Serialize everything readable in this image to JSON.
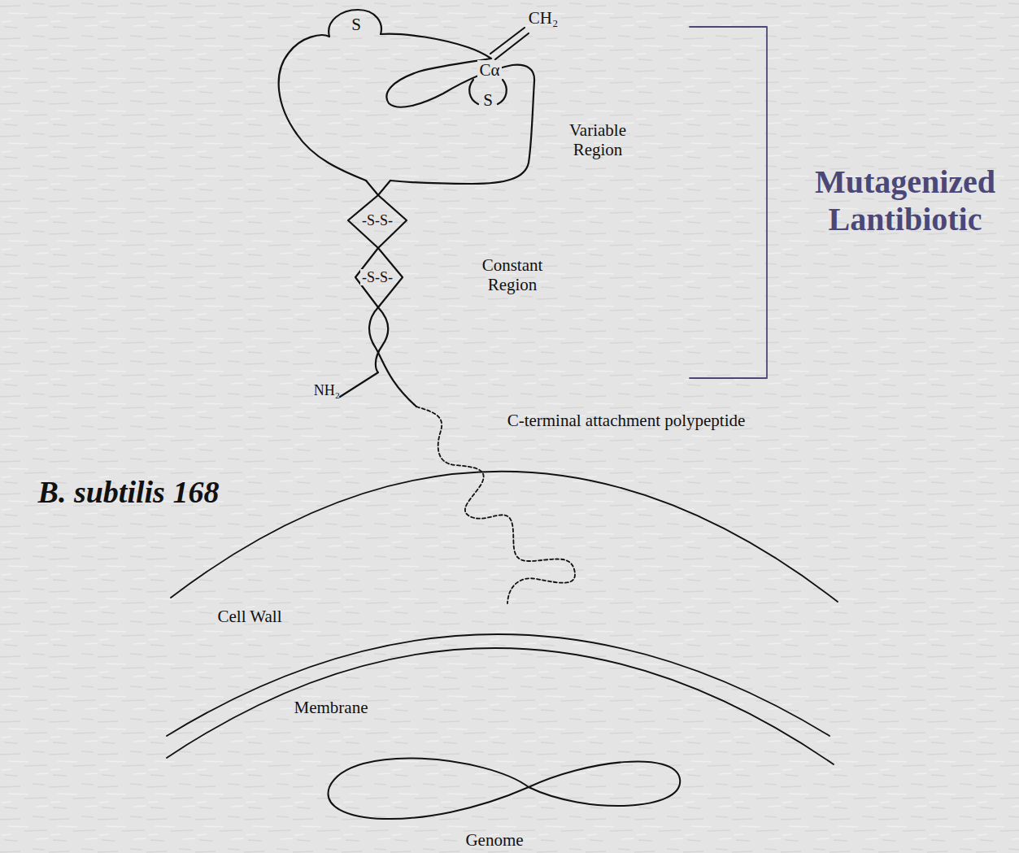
{
  "diagram": {
    "labels": [
      "S",
      "CH₂",
      "Cα",
      "S",
      "Variable Region",
      "Mutagenized Lantibiotic",
      "-S-S-",
      "Constant Region",
      "-S-S-",
      "NH₂",
      "C-terminal attachment polypeptide",
      "B. subtilis 168",
      "Cell Wall",
      "Membrane",
      "Genome"
    ]
  }
}
